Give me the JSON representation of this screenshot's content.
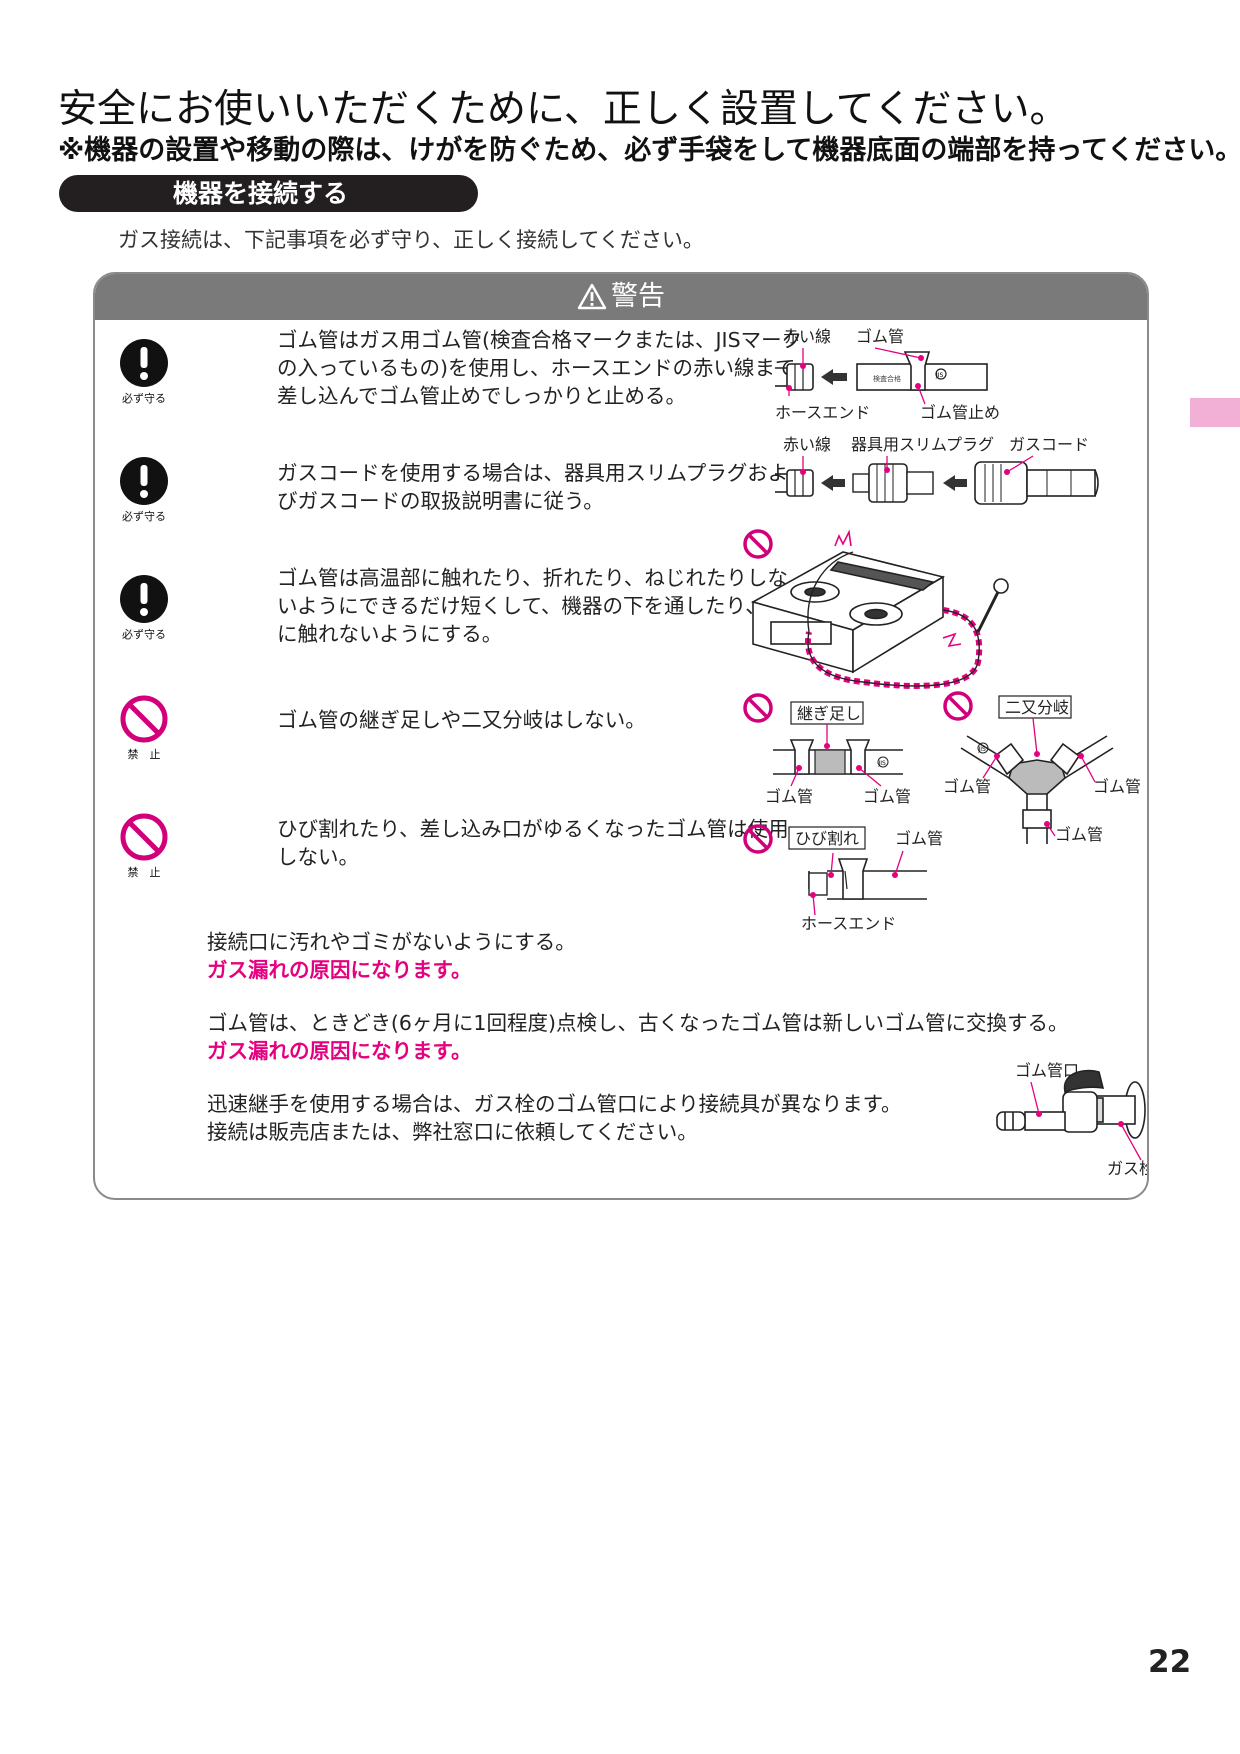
{
  "page": {
    "title": "安全にお使いいただくために、正しく設置してください。",
    "subtitle": "※機器の設置や移動の際は、けがを防ぐため、必ず手袋をして機器底面の端部を持ってください。",
    "section_label": "機器を接続する",
    "lead": "ガス接続は、下記事項を必ず守り、正しく接続してください。",
    "page_number": "22"
  },
  "warning": {
    "header": "警告",
    "items": [
      {
        "icon": "mandatory",
        "icon_label": "必ず守る",
        "text": "ゴム管はガス用ゴム管(検査合格マークまたは、JISマークの入っているもの)を使用し、ホースエンドの赤い線まで差し込んでゴム管止めでしっかりと止める。"
      },
      {
        "icon": "mandatory",
        "icon_label": "必ず守る",
        "text": "ガスコードを使用する場合は、器具用スリムプラグおよびガスコードの取扱説明書に従う。"
      },
      {
        "icon": "mandatory",
        "icon_label": "必ず守る",
        "text": "ゴム管は高温部に触れたり、折れたり、ねじれたりしないようにできるだけ短くして、機器の下を通したり、機器に触れないようにする。"
      },
      {
        "icon": "prohibited",
        "icon_label": "禁　止",
        "text": "ゴム管の継ぎ足しや二又分岐はしない。"
      },
      {
        "icon": "prohibited",
        "icon_label": "禁　止",
        "text": "ひび割れたり、差し込み口がゆるくなったゴム管は使用しない。"
      }
    ],
    "notes": [
      {
        "text": "接続口に汚れやゴミがないようにする。",
        "emphasis": "ガス漏れの原因になります。"
      },
      {
        "text": "ゴム管は、ときどき(6ヶ月に1回程度)点検し、古くなったゴム管は新しいゴム管に交換する。",
        "emphasis": "ガス漏れの原因になります。"
      },
      {
        "text_lines": [
          "迅速継手を使用する場合は、ガス栓のゴム管口により接続具が異なります。",
          "接続は販売店または、弊社窓口に依頼してください。"
        ]
      }
    ]
  },
  "figures": {
    "fig1": {
      "red_line": "赤い線",
      "rubber_hose": "ゴム管",
      "hose_end": "ホースエンド",
      "hose_clamp": "ゴム管止め",
      "inspection_mark": "検査合格",
      "jis_mark": "JIS"
    },
    "fig2": {
      "red_line": "赤い線",
      "slim_plug": "器具用スリムプラグ",
      "gas_cord": "ガスコード"
    },
    "fig4": {
      "label": "継ぎ足し",
      "hose_left": "ゴム管",
      "hose_right": "ゴム管",
      "jis_mark": "JIS"
    },
    "fig5": {
      "label": "二又分岐",
      "hose_left": "ゴム管",
      "hose_right": "ゴム管",
      "hose_bottom": "ゴム管",
      "jis_mark": "JIS"
    },
    "fig6": {
      "label": "ひび割れ",
      "rubber_hose": "ゴム管",
      "hose_end": "ホースエンド"
    },
    "fig7": {
      "hose_port": "ゴム管口",
      "gas_valve": "ガス栓"
    }
  },
  "colors": {
    "accent_pink": "#e5007f",
    "prohibit": "#d1007a",
    "header_gray": "#7a7a7a"
  }
}
